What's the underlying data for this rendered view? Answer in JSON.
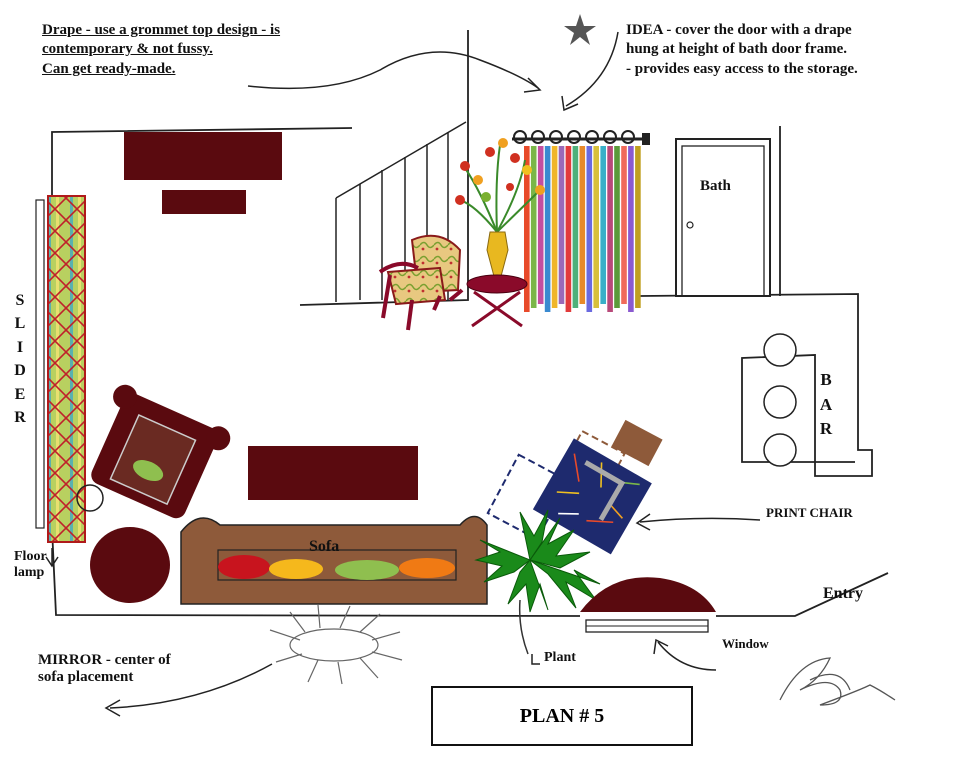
{
  "notes": {
    "drape": [
      "Drape - use a grommet top design - is",
      "contemporary & not fussy.",
      "Can get ready-made."
    ],
    "idea": [
      "IDEA - cover the door with a drape",
      "hung at height of bath door frame.",
      "- provides easy access to the storage."
    ]
  },
  "labels": {
    "slider": [
      "S",
      "L",
      "I",
      "D",
      "E",
      "R"
    ],
    "bar": [
      "B",
      "A",
      "R"
    ],
    "bath": "Bath",
    "sofa": "Sofa",
    "floor_lamp": [
      "Floor",
      "lamp"
    ],
    "print_chair": "PRINT CHAIR",
    "entry": "Entry",
    "window": "Window",
    "plant": "Plant",
    "mirror": [
      "MIRROR - center of",
      "sofa placement"
    ],
    "plan_title": "PLAN # 5"
  },
  "colors": {
    "maroon": "#5a0a0f",
    "brown": "#8e5a3a",
    "navy": "#1e2a6e",
    "plant_green": "#1a8a1a",
    "gold": "#e8b820",
    "pillow_red": "#c8141e",
    "pillow_yellow": "#f5b81c",
    "pillow_green": "#8fbf4f",
    "pillow_orange": "#f07a14"
  },
  "curtain_stripes": [
    "#e84a2a",
    "#7ab648",
    "#c44fa0",
    "#3a8ad0",
    "#f0b62a",
    "#9a6ab8",
    "#e23b3b",
    "#4fb07a",
    "#e88a2a",
    "#6a6ae0",
    "#d8c03a",
    "#3ab0c8",
    "#b84a7a",
    "#5a9a3a",
    "#f06a5a",
    "#8a5ad0",
    "#c0a020"
  ]
}
